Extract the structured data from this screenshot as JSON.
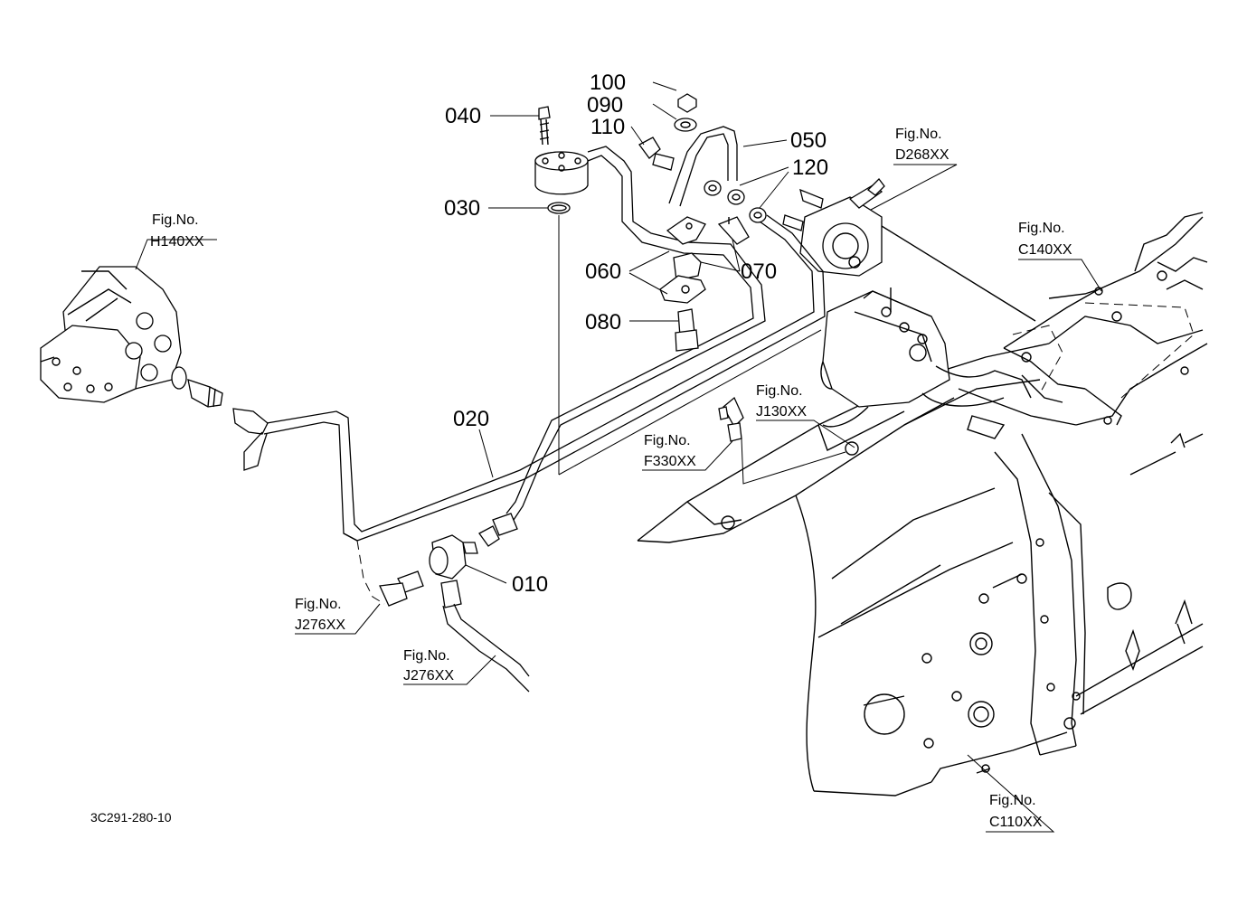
{
  "parts": {
    "p010": "010",
    "p020": "020",
    "p030": "030",
    "p040": "040",
    "p050": "050",
    "p060": "060",
    "p070": "070",
    "p080": "080",
    "p090": "090",
    "p100": "100",
    "p110": "110",
    "p120": "120"
  },
  "figure_refs": {
    "fig_label": "Fig.No.",
    "h140": "H140XX",
    "d268": "D268XX",
    "c140": "C140XX",
    "j130": "J130XX",
    "f330": "F330XX",
    "j276_a": "J276XX",
    "j276_b": "J276XX",
    "c110": "C110XX"
  },
  "drawing_code": "3C291-280-10"
}
